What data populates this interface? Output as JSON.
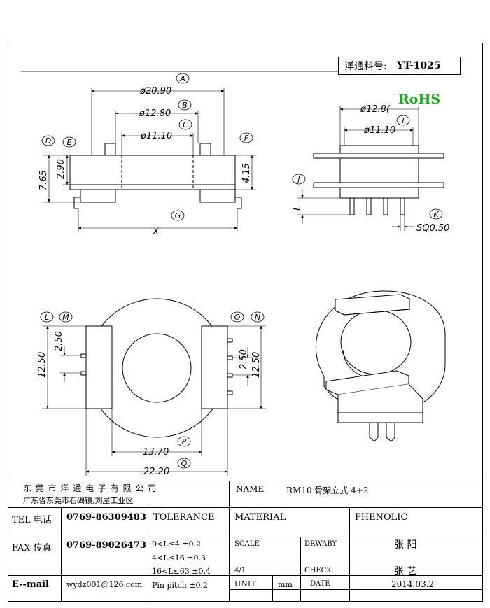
{
  "part": {
    "label": "洋通料号:",
    "number": "YT-1025"
  },
  "rohs": "RoHS",
  "dims": {
    "d20": "ø20.90",
    "d12_top": "ø12.80",
    "d11_top": "ø11.10",
    "h765": "7.65",
    "h290": "2.90",
    "h415": "4.15",
    "x": "x",
    "d12_side": "ø12.8(",
    "d11_side": "ø11.10",
    "L": "L",
    "sq": "SQ0.50",
    "l1250": "12.50",
    "l250a": "2.50",
    "r250": "2.50",
    "r1250": "12.50",
    "w1370": "13.70",
    "w2220": "22.20"
  },
  "bubbles": [
    "A",
    "B",
    "C",
    "D",
    "E",
    "F",
    "G",
    "I",
    "J",
    "K",
    "L",
    "M",
    "O",
    "N",
    "P",
    "Q"
  ],
  "company": {
    "name": "东 莞 市 洋 通 电 子 有 限 公 司",
    "address": "广东省东莞市石碣镇,刘屋工业区"
  },
  "name_label": "NAME",
  "name_value": "RM10 骨架立式 4+2",
  "tel_label": "TEL 电话",
  "tel": "0769-86309483",
  "fax_label": "FAX 传真",
  "fax": "0769-89026473",
  "email_label": "E--mail",
  "email": "wydz001@126.com",
  "tolerance_label": "TOLERANCE",
  "tolerances": [
    "0<L≤4  ±0.2",
    "4<L≤16  ±0.3",
    "16<L≤63  ±0.4",
    "Pin pitch  ±0.2"
  ],
  "material_label": "MATERIAL",
  "material": "PHENOLIC",
  "scale_label": "SCALE",
  "scale": "4/1",
  "drawn_label": "DRWABY",
  "drawn": "张  阳",
  "check_label": "CHECK",
  "check": "张  艺",
  "unit_label": "UNIT",
  "unit": "mm",
  "date_label": "DATE",
  "date": "2014.03.2"
}
